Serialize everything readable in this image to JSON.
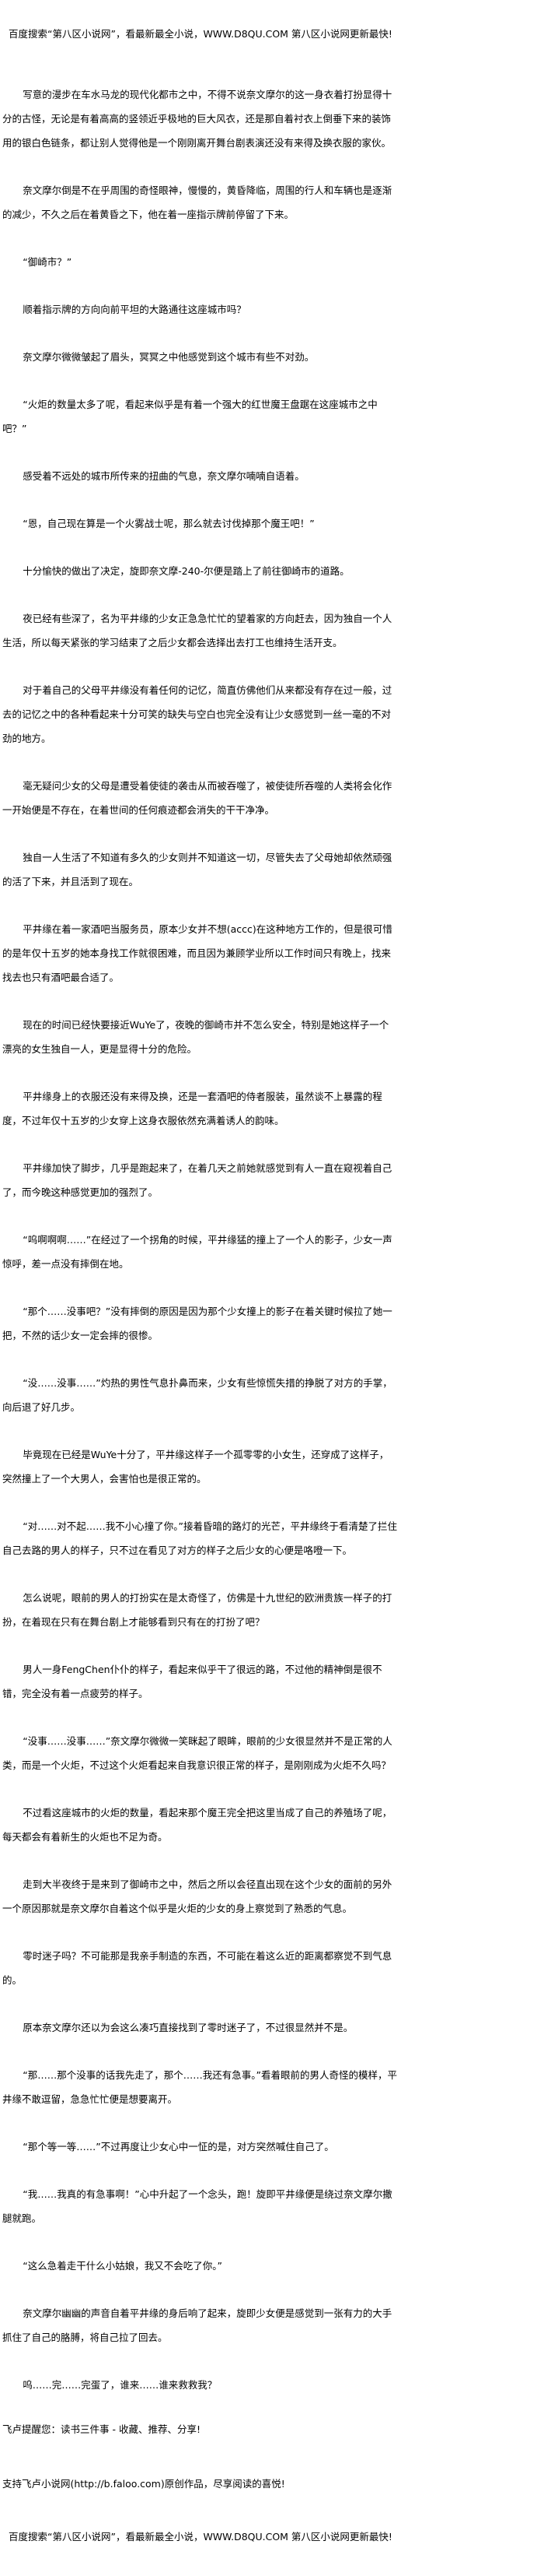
{
  "banner": "百度搜索“第八区小说网”，看最新最全小说，WWW.D8QU.COM  第八区小说网更新最快!",
  "paragraphs": [
    "写意的漫步在车水马龙的现代化都市之中，不得不说奈文摩尔的这一身衣着打扮显得十分的古怪，无论是有着高高的竖领近乎极地的巨大风衣，还是那自着衬衣上倒垂下来的装饰用的银白色链条，都让别人觉得他是一个刚刚离开舞台剧表演还没有来得及换衣服的家伙。",
    "奈文摩尔倒是不在乎周围的奇怪眼神，慢慢的，黄昏降临，周围的行人和车辆也是逐渐的减少，不久之后在着黄昏之下，他在着一座指示牌前停留了下来。",
    "“御崎市？”",
    "顺着指示牌的方向向前平坦的大路通往这座城市吗？",
    "奈文摩尔微微皱起了眉头，冥冥之中他感觉到这个城市有些不对劲。",
    "“火炬的数量太多了呢，看起来似乎是有着一个强大的红世魔王盘踞在这座城市之中吧？”",
    "感受着不远处的城市所传来的扭曲的气息，奈文摩尔喃喃自语着。",
    "“恩，自己现在算是一个火雾战士呢，那么就去讨伐掉那个魔王吧！”",
    "十分愉快的做出了决定，旋即奈文摩-240-尔便是踏上了前往御崎市的道路。",
    "夜已经有些深了，名为平井缘的少女正急急忙忙的望着家的方向赶去，因为独自一个人生活，所以每天紧张的学习结束了之后少女都会选择出去打工也维持生活开支。",
    "对于着自己的父母平井缘没有着任何的记忆，简直仿佛他们从来都没有存在过一般，过去的记忆之中的各种看起来十分可笑的缺失与空白也完全没有让少女感觉到一丝一毫的不对劲的地方。",
    "毫无疑问少女的父母是遭受着使徒的袭击从而被吞噬了，被使徒所吞噬的人类将会化作一开始便是不存在，在着世间的任何痕迹都会消失的干干净净。",
    "独自一人生活了不知道有多久的少女则并不知道这一切，尽管失去了父母她却依然顽强的活了下来，并且活到了现在。",
    "平井缘在着一家酒吧当服务员，原本少女并不想(accc)在这种地方工作的，但是很可惜的是年仅十五岁的她本身找工作就很困难，而且因为兼顾学业所以工作时间只有晚上，找来找去也只有酒吧最合适了。",
    "现在的时间已经快要接近WuYe了，夜晚的御崎市并不怎么安全，特别是她这样子一个漂亮的女生独自一人，更是显得十分的危险。",
    "平井缘身上的衣服还没有来得及换，还是一套酒吧的侍者服装，虽然谈不上暴露的程度，不过年仅十五岁的少女穿上这身衣服依然充满着诱人的韵味。",
    "平井缘加快了脚步，几乎是跑起来了，在着几天之前她就感觉到有人一直在窥视着自己了，而今晚这种感觉更加的强烈了。",
    "“呜啊啊啊……”在经过了一个拐角的时候，平井缘猛的撞上了一个人的影子，少女一声惊呼，差一点没有摔倒在地。",
    "“那个……没事吧？”没有摔倒的原因是因为那个少女撞上的影子在着关键时候拉了她一把，不然的话少女一定会摔的很惨。",
    "“没……没事……”灼热的男性气息扑鼻而来，少女有些惊慌失措的挣脱了对方的手掌，向后退了好几步。",
    "毕竟现在已经是WuYe十分了，平井缘这样子一个孤零零的小女生，还穿成了这样子，突然撞上了一个大男人，会害怕也是很正常的。",
    "“对……对不起……我不小心撞了你。”接着昏暗的路灯的光芒，平井缘终于看清楚了拦住自己去路的男人的样子，只不过在看见了对方的样子之后少女的心便是咯噔一下。",
    "怎么说呢，眼前的男人的打扮实在是太奇怪了，仿佛是十九世纪的欧洲贵族一样子的打扮，在着现在只有在舞台剧上才能够看到只有在的打扮了吧？",
    "男人一身FengChen仆仆的样子，看起来似乎干了很远的路，不过他的精神倒是很不错，完全没有着一点疲劳的样子。",
    "“没事……没事……”奈文摩尔微微一笑眯起了眼眸，眼前的少女很显然并不是正常的人类，而是一个火炬，不过这个火炬看起来自我意识很正常的样子，是刚刚成为火炬不久吗？",
    "不过看这座城市的火炬的数量，看起来那个魔王完全把这里当成了自己的养殖场了呢，每天都会有着新生的火炬也不足为奇。",
    "走到大半夜终于是来到了御崎市之中，然后之所以会径直出现在这个少女的面前的另外一个原因那就是奈文摩尔自着这个似乎是火炬的少女的身上察觉到了熟悉的气息。",
    "零时迷子吗？不可能那是我亲手制造的东西，不可能在着这么近的距离都察觉不到气息的。",
    "原本奈文摩尔还以为会这么凑巧直接找到了零时迷子了，不过很显然并不是。",
    "“那……那个没事的话我先走了，那个……我还有急事。”看着眼前的男人奇怪的模样，平井缘不敢逗留，急急忙忙便是想要离开。",
    "“那个等一等……”不过再度让少女心中一怔的是，对方突然喊住自己了。",
    "“我……我真的有急事啊！”心中升起了一个念头，跑！旋即平井缘便是绕过奈文摩尔撒腿就跑。",
    "“这么急着走干什么小姑娘，我又不会吃了你。”",
    "奈文摩尔幽幽的声音自着平井缘的身后响了起来，旋即少女便是感觉到一张有力的大手抓住了自己的胳膊，将自己拉了回去。",
    "呜……完……完蛋了，谁来……谁来救救我？"
  ],
  "footer": {
    "reminder": "飞卢提醒您：读书三件事 - 收藏、推荐、分享!",
    "support": "支持飞卢小说网(http://b.faloo.com)原创作品，尽享阅读的喜悦!",
    "banner": "百度搜索“第八区小说网”，看最新最全小说，WWW.D8QU.COM  第八区小说网更新最快!"
  }
}
